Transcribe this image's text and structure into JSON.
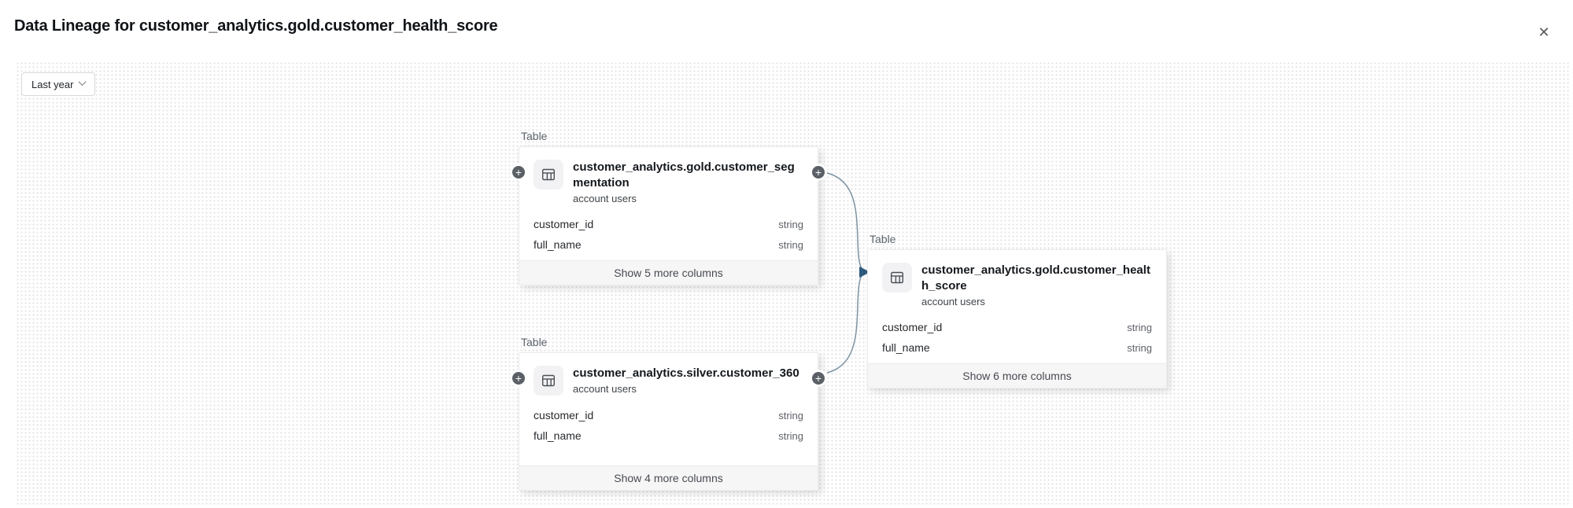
{
  "header": {
    "title": "Data Lineage for customer_analytics.gold.customer_health_score"
  },
  "toolbar": {
    "time_filter_label": "Last year"
  },
  "icons": {
    "close": "✕",
    "plus": "+"
  },
  "canvas": {
    "nodes": [
      {
        "kind_label": "Table",
        "title": "customer_analytics.gold.customer_segmentation",
        "subtitle": "account users",
        "columns": [
          {
            "name": "customer_id",
            "type": "string"
          },
          {
            "name": "full_name",
            "type": "string"
          }
        ],
        "footer_label": "Show 5 more columns",
        "expand_left": true,
        "expand_right": true
      },
      {
        "kind_label": "Table",
        "title": "customer_analytics.silver.customer_360",
        "subtitle": "account users",
        "columns": [
          {
            "name": "customer_id",
            "type": "string"
          },
          {
            "name": "full_name",
            "type": "string"
          }
        ],
        "footer_label": "Show 4 more columns",
        "expand_left": true,
        "expand_right": true
      },
      {
        "kind_label": "Table",
        "title": "customer_analytics.gold.customer_health_score",
        "subtitle": "account users",
        "columns": [
          {
            "name": "customer_id",
            "type": "string"
          },
          {
            "name": "full_name",
            "type": "string"
          }
        ],
        "footer_label": "Show 6 more columns",
        "expand_left": false,
        "expand_right": false
      }
    ],
    "edges": [
      {
        "from": "customer_analytics.gold.customer_segmentation",
        "to": "customer_analytics.gold.customer_health_score"
      },
      {
        "from": "customer_analytics.silver.customer_360",
        "to": "customer_analytics.gold.customer_health_score"
      }
    ],
    "colors": {
      "edge_stroke": "#7c93a2",
      "arrow_fill": "#2e5b7d",
      "dot_grid": "#e2e2e4"
    }
  }
}
